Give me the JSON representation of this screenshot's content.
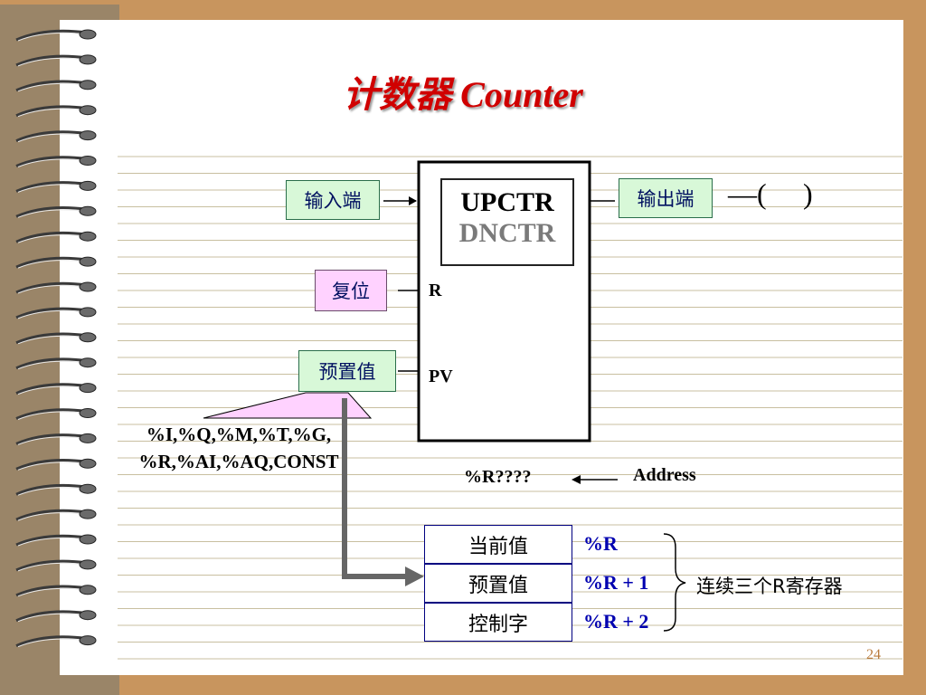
{
  "title": "计数器 Counter",
  "inputs": {
    "input_label": "输入端",
    "output_label": "输出端",
    "reset_label": "复位",
    "preset_label": "预置值"
  },
  "counter_block": {
    "up": "UPCTR",
    "down": "DNCTR",
    "reset_pin": "R",
    "preset_pin": "PV"
  },
  "coil": {
    "left": "—(",
    "right": ")"
  },
  "operand_note": {
    "line1": "%I,%Q,%M,%T,%G,",
    "line2": "%R,%AI,%AQ,CONST"
  },
  "address": {
    "value": "%R????",
    "label": "Address"
  },
  "registers": [
    {
      "name": "当前值",
      "address": "%R"
    },
    {
      "name": "预置值",
      "address": "%R + 1"
    },
    {
      "name": "控制字",
      "address": "%R + 2"
    }
  ],
  "registers_note": "连续三个R寄存器",
  "page_number": "24",
  "colors": {
    "title": "#d00000",
    "green_box": "#d8f8d8",
    "pink_box": "#ffd2ff",
    "register_text": "#0000b0",
    "ruled_line": "#c8bfa0"
  }
}
